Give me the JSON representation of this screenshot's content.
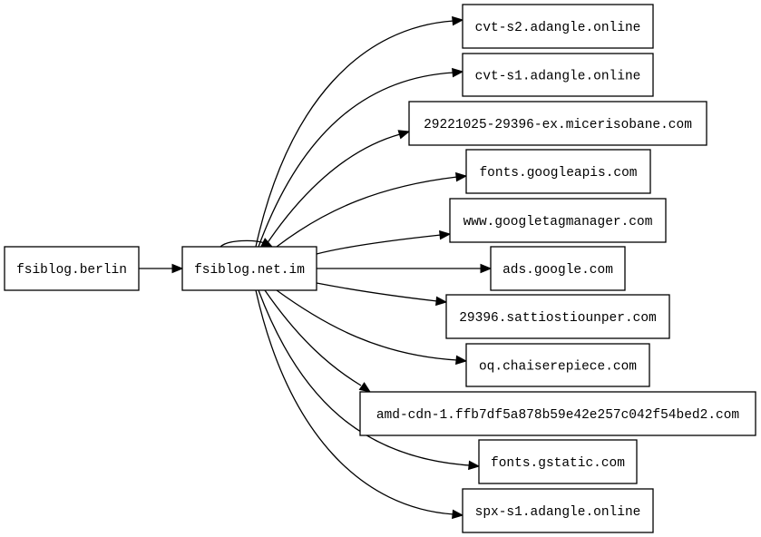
{
  "graph": {
    "nodes": [
      {
        "id": "n_berlin",
        "label": "fsiblog.berlin"
      },
      {
        "id": "n_hub",
        "label": "fsiblog.net.im"
      },
      {
        "id": "n_cvt2",
        "label": "cvt-s2.adangle.online"
      },
      {
        "id": "n_cvt1",
        "label": "cvt-s1.adangle.online"
      },
      {
        "id": "n_mic",
        "label": "29221025-29396-ex.micerisobane.com"
      },
      {
        "id": "n_gapis",
        "label": "fonts.googleapis.com"
      },
      {
        "id": "n_gtm",
        "label": "www.googletagmanager.com"
      },
      {
        "id": "n_ads",
        "label": "ads.google.com"
      },
      {
        "id": "n_satt",
        "label": "29396.sattiostiounper.com"
      },
      {
        "id": "n_oq",
        "label": "oq.chaiserepiece.com"
      },
      {
        "id": "n_amd",
        "label": "amd-cdn-1.ffb7df5a878b59e42e257c042f54bed2.com"
      },
      {
        "id": "n_gstatic",
        "label": "fonts.gstatic.com"
      },
      {
        "id": "n_spx",
        "label": "spx-s1.adangle.online"
      }
    ],
    "edges": [
      {
        "from": "n_berlin",
        "to": "n_hub"
      },
      {
        "from": "n_hub",
        "to": "n_hub"
      },
      {
        "from": "n_hub",
        "to": "n_cvt2"
      },
      {
        "from": "n_hub",
        "to": "n_cvt1"
      },
      {
        "from": "n_hub",
        "to": "n_mic"
      },
      {
        "from": "n_hub",
        "to": "n_gapis"
      },
      {
        "from": "n_hub",
        "to": "n_gtm"
      },
      {
        "from": "n_hub",
        "to": "n_ads"
      },
      {
        "from": "n_hub",
        "to": "n_satt"
      },
      {
        "from": "n_hub",
        "to": "n_oq"
      },
      {
        "from": "n_hub",
        "to": "n_amd"
      },
      {
        "from": "n_hub",
        "to": "n_gstatic"
      },
      {
        "from": "n_hub",
        "to": "n_spx"
      }
    ]
  }
}
